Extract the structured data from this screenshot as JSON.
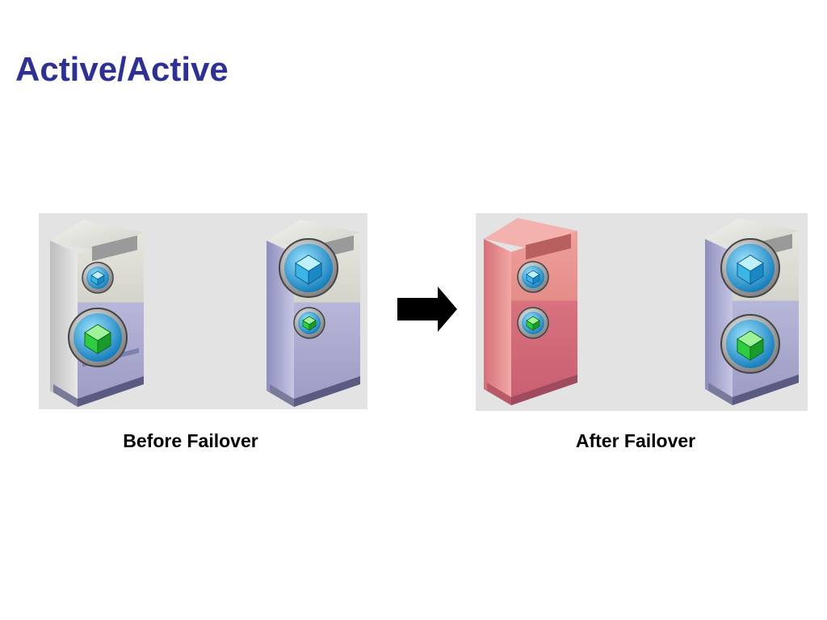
{
  "slide": {
    "title": "Active/Active"
  },
  "before": {
    "caption": "Before Failover",
    "servers": [
      {
        "state": "normal",
        "app_blue_size": "small",
        "app_green_size": "large"
      },
      {
        "state": "normal",
        "app_blue_size": "large",
        "app_green_size": "small"
      }
    ]
  },
  "after": {
    "caption": "After Failover",
    "servers": [
      {
        "state": "failed",
        "app_blue_size": "small",
        "app_green_size": "small"
      },
      {
        "state": "normal",
        "app_blue_size": "large",
        "app_green_size": "large"
      }
    ]
  },
  "colors": {
    "title": "#2e3192",
    "panel": "#e3e3e3",
    "server_normal": "#c9c9c1",
    "server_failed": "#e68a8a",
    "app_blue": "#3cb4e6",
    "app_green": "#2ecc40"
  },
  "icons": [
    "server-icon",
    "app-cluster-blue-icon",
    "app-cluster-green-icon",
    "right-arrow-icon"
  ]
}
